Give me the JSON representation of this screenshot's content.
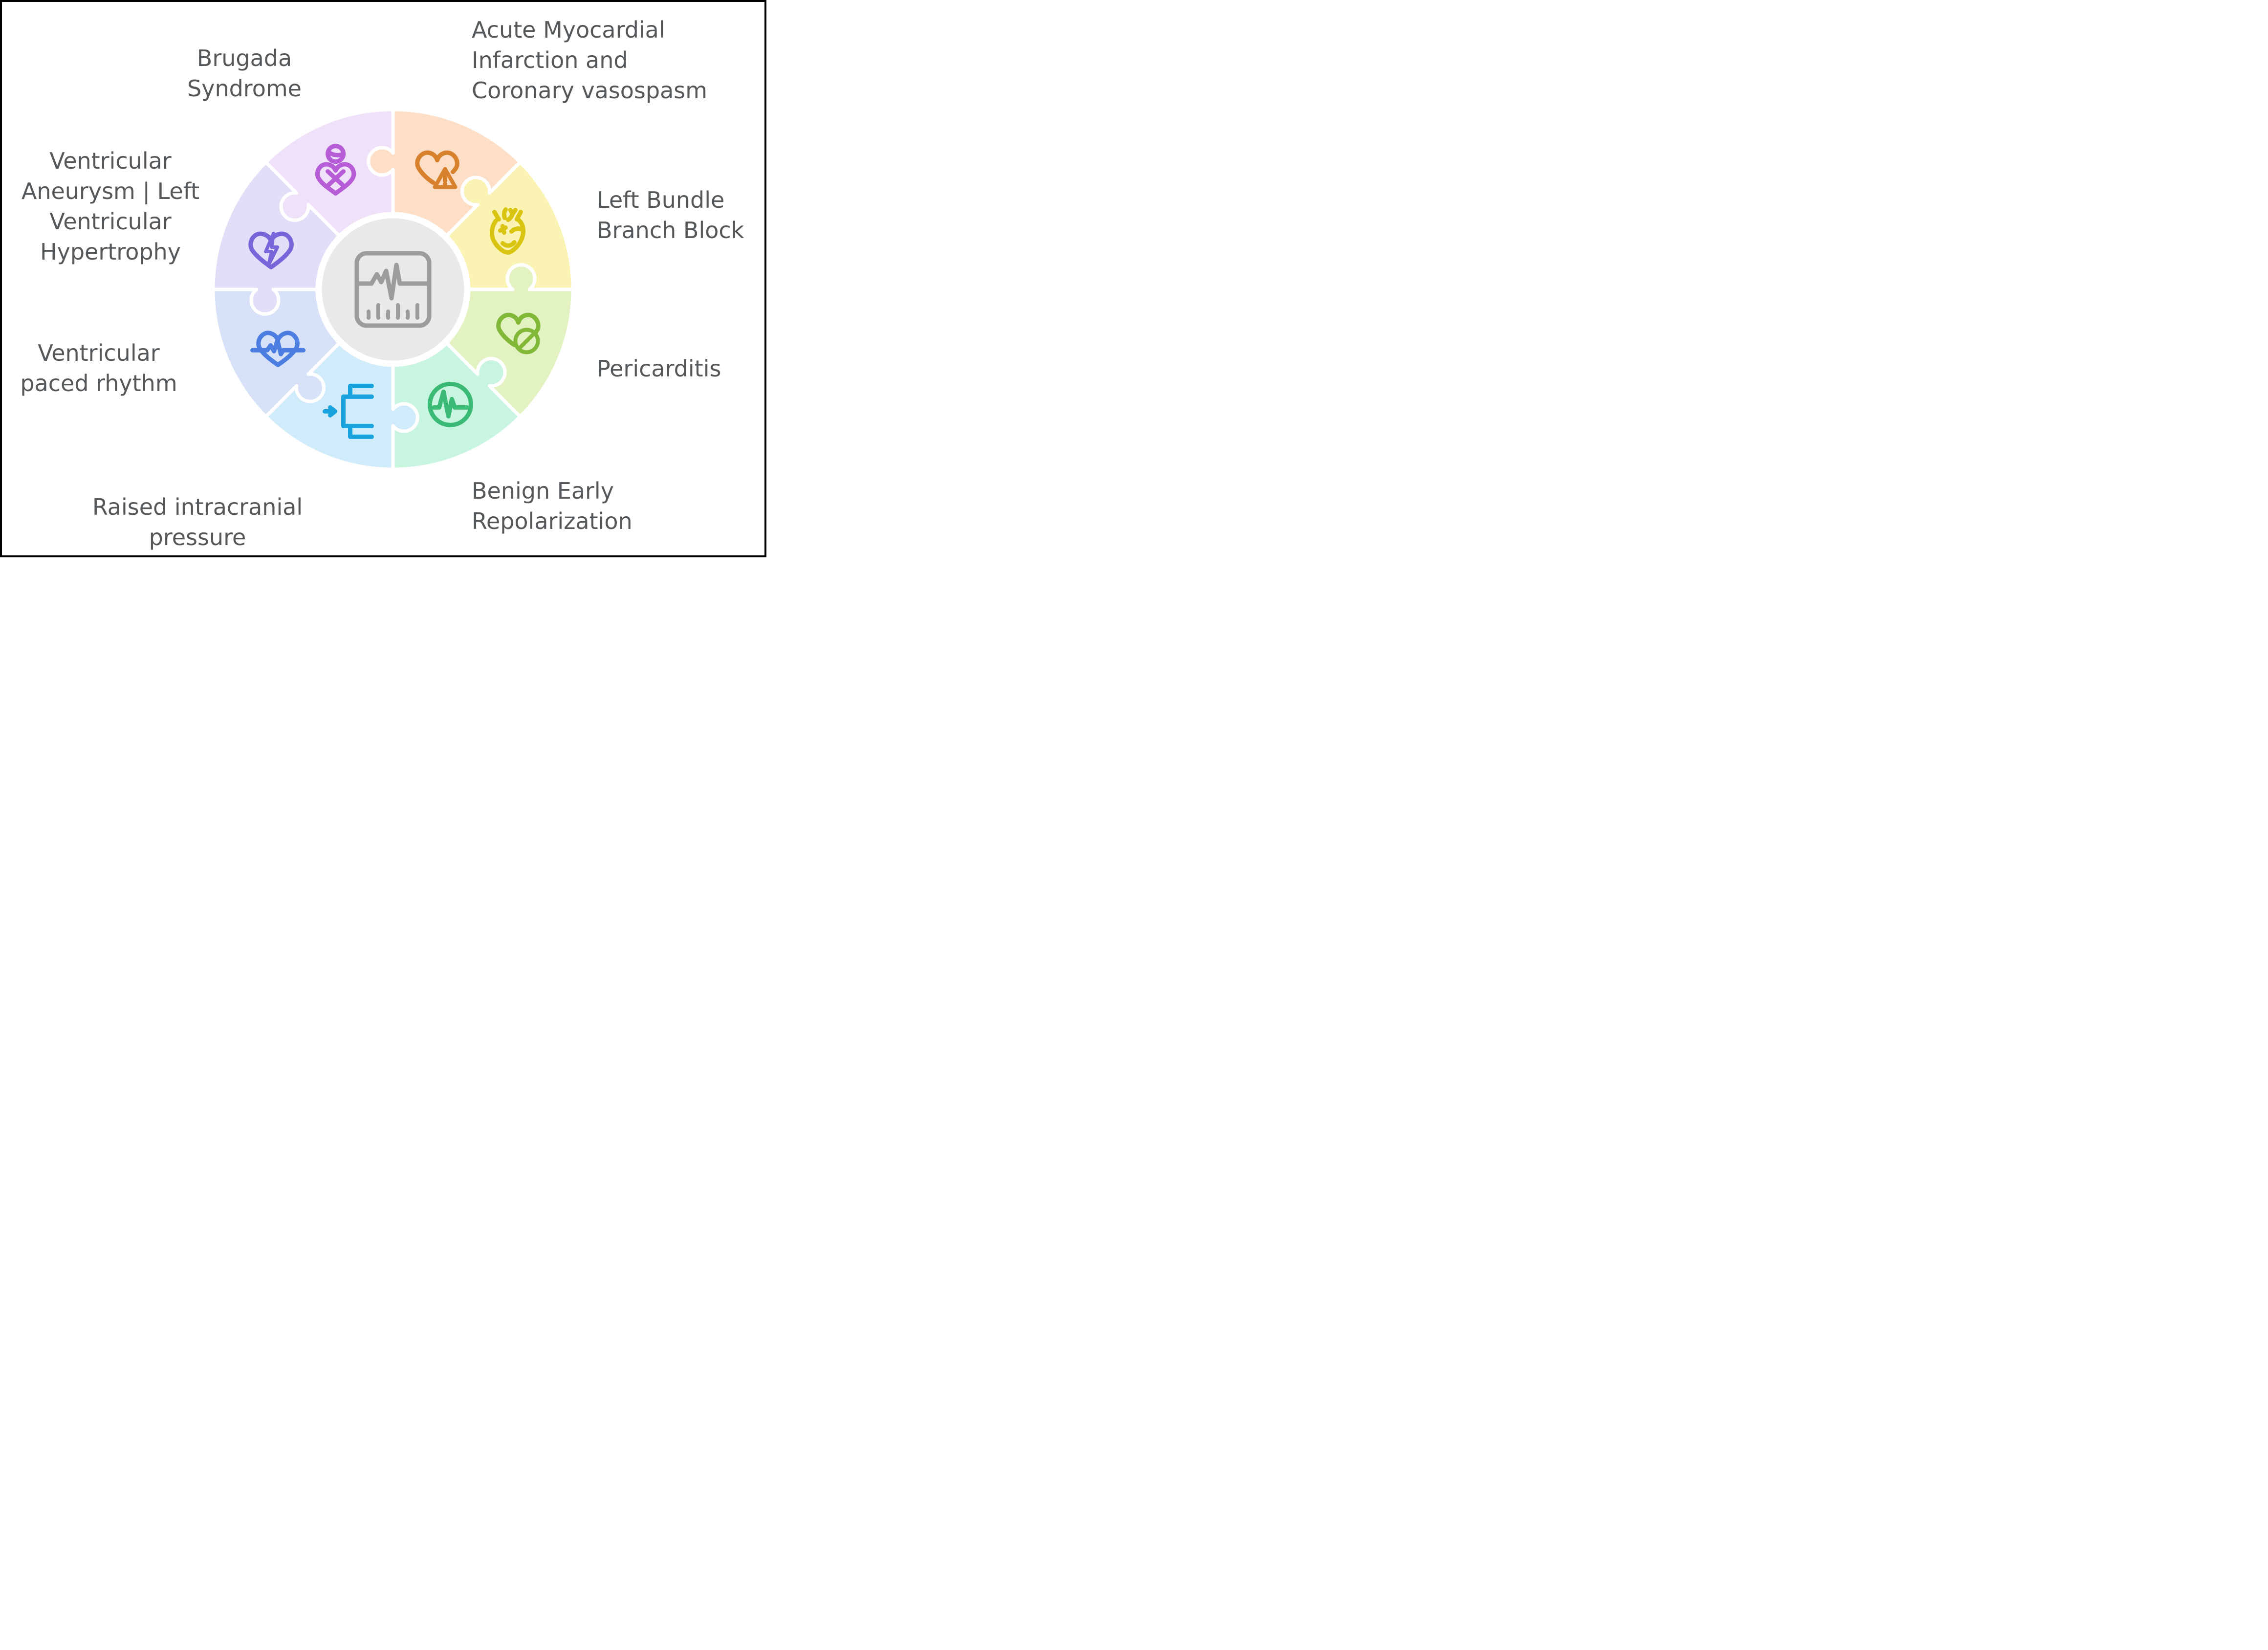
{
  "figure": {
    "type": "puzzle-wheel-diagram",
    "background": "#ffffff",
    "frame_color": "#000000",
    "text_color": "#55585b",
    "piece_outline_color": "#ffffff",
    "center": {
      "icon": "ecg-monitor-icon",
      "fill": "#e9e9e9",
      "ring_color": "#ffffff",
      "icon_color": "#9c9c9c"
    },
    "segments": [
      {
        "id": "acute-mi",
        "label": "Acute Myocardial\nInfarction and\nCoronary vasospasm",
        "fill": "#fcdfc6",
        "icon": "heart-alert-icon",
        "icon_color": "#d8812c",
        "start_angle": 0,
        "end_angle": 45
      },
      {
        "id": "lbbb",
        "label": "Left Bundle\nBranch Block",
        "fill": "#faf3b4",
        "icon": "anatomical-heart-icon",
        "icon_color": "#d9c412",
        "start_angle": 45,
        "end_angle": 90
      },
      {
        "id": "pericarditis",
        "label": "Pericarditis",
        "fill": "#e3f2c1",
        "icon": "heart-block-icon",
        "icon_color": "#82b838",
        "start_angle": 90,
        "end_angle": 135
      },
      {
        "id": "benign",
        "label": "Benign Early\nRepolarization",
        "fill": "#c8f5e0",
        "icon": "ecg-circle-icon",
        "icon_color": "#3aba74",
        "start_angle": 135,
        "end_angle": 180
      },
      {
        "id": "icp",
        "label": "Raised intracranial\npressure",
        "fill": "#d0ebfa",
        "icon": "pressure-arrow-icon",
        "icon_color": "#18a3dd",
        "start_angle": 180,
        "end_angle": 225
      },
      {
        "id": "paced",
        "label": "Ventricular\npaced rhythm",
        "fill": "#d7e2f9",
        "icon": "heart-ecg-icon",
        "icon_color": "#4b7ee0",
        "start_angle": 225,
        "end_angle": 270
      },
      {
        "id": "aneurysm",
        "label": "Ventricular\nAneurysm | Left\nVentricular\nHypertrophy",
        "fill": "#e3ddf8",
        "icon": "heart-bolt-icon",
        "icon_color": "#7765da",
        "start_angle": 270,
        "end_angle": 315
      },
      {
        "id": "brugada",
        "label": "Brugada\nSyndrome",
        "fill": "#f0e1fa",
        "icon": "person-heart-icon",
        "icon_color": "#b55cd6",
        "start_angle": 315,
        "end_angle": 360
      }
    ]
  }
}
